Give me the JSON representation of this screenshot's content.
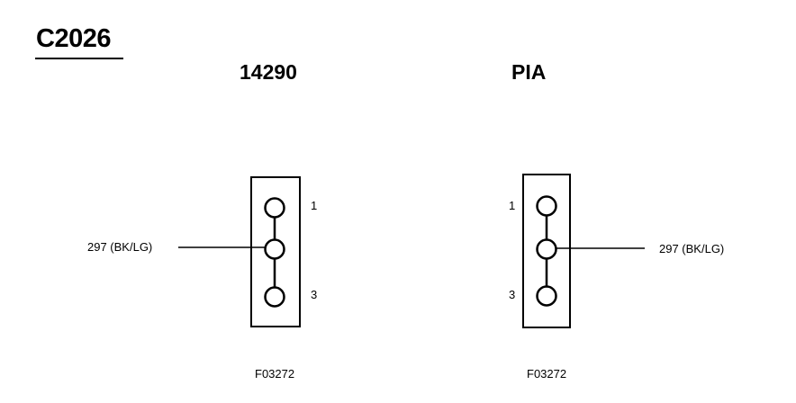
{
  "title": "C2026",
  "connectors": [
    {
      "heading": "14290",
      "pin_top_label": "1",
      "pin_bottom_label": "3",
      "wire_label": "297 (BK/LG)",
      "figure_code": "F03272"
    },
    {
      "heading": "PIA",
      "pin_top_label": "1",
      "pin_bottom_label": "3",
      "wire_label": "297 (BK/LG)",
      "figure_code": "F03272"
    }
  ],
  "colors": {
    "ink": "#000000",
    "background": "#ffffff"
  }
}
